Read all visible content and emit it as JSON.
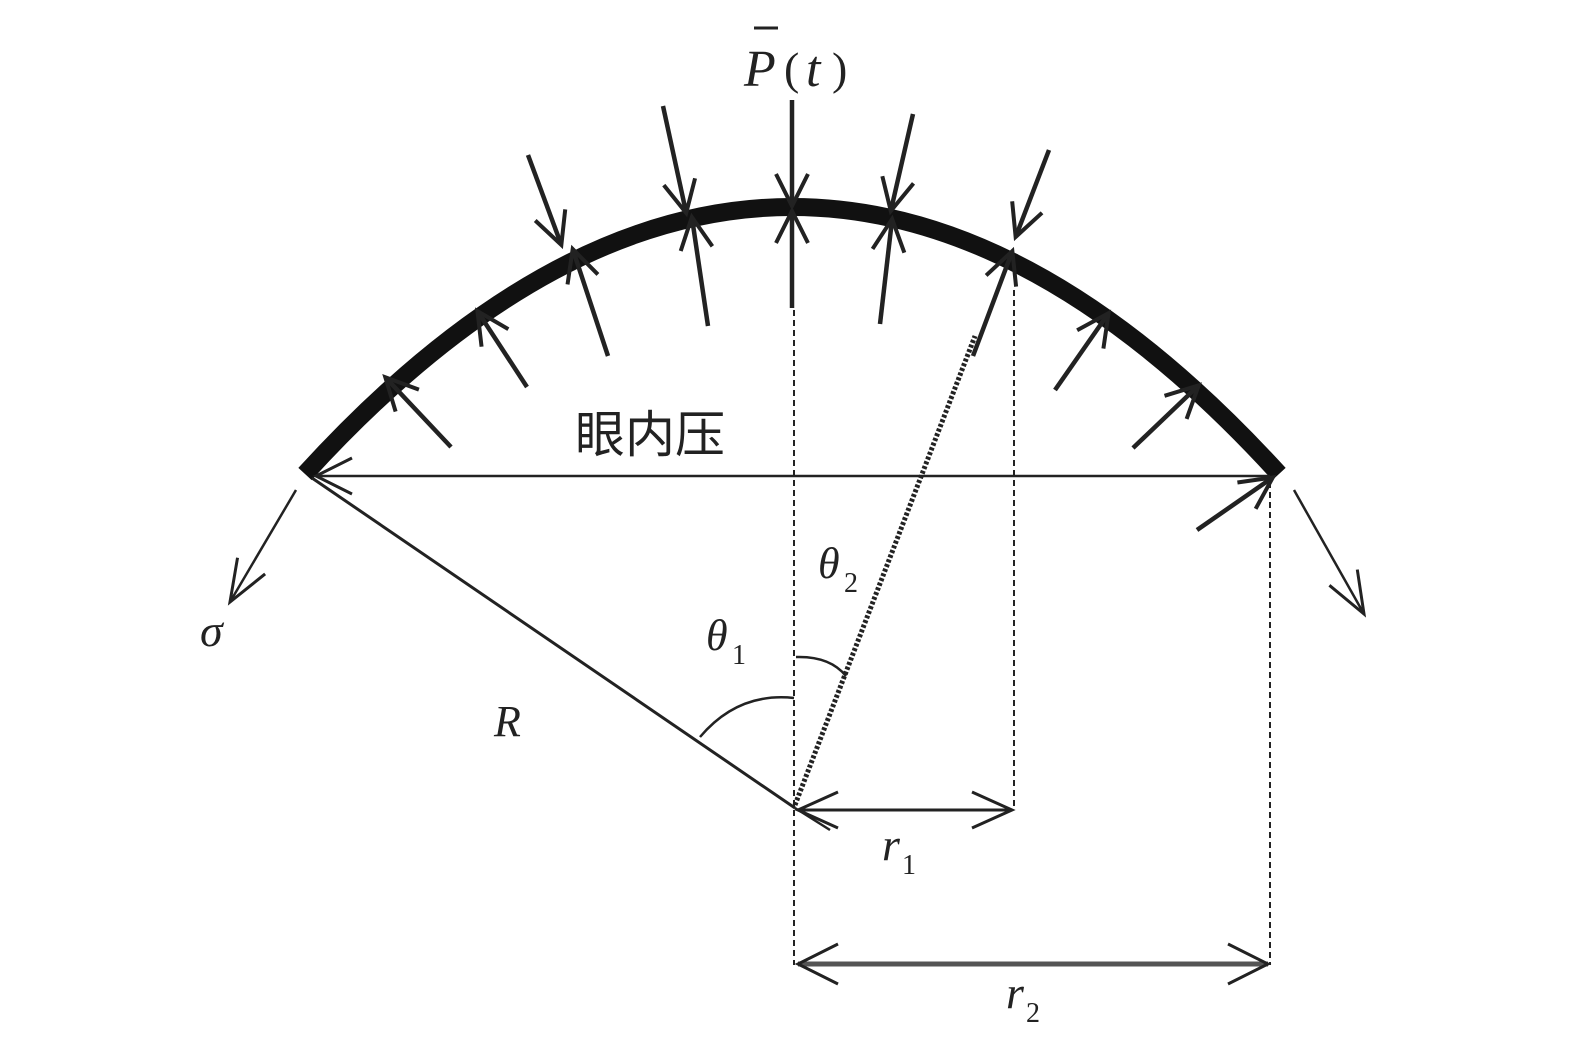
{
  "diagram": {
    "labels": {
      "pressure_symbol": "P",
      "pressure_open_paren": "(",
      "pressure_var": "t",
      "pressure_close_paren": ")",
      "inner_pressure": "眼内压",
      "stress": "σ",
      "radius": "R",
      "theta": "θ",
      "theta1_sub": "1",
      "theta2_sub": "2",
      "r": "r",
      "r1_sub": "1",
      "r2_sub": "2"
    },
    "colors": {
      "ink": "#222222",
      "shell": "#111111",
      "background": "#ffffff"
    }
  }
}
